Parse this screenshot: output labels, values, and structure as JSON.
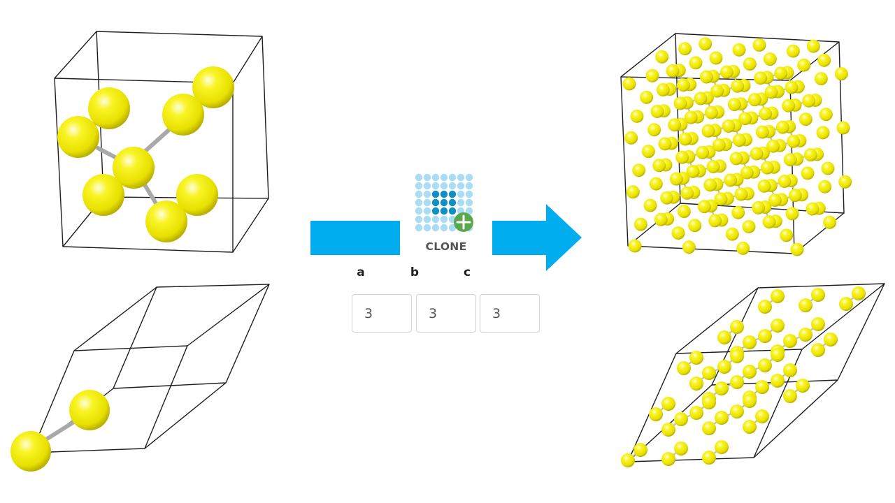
{
  "clone": {
    "label": "CLONE",
    "icon": "clone-supercell-icon"
  },
  "replication": {
    "a": {
      "label": "a",
      "value": "3"
    },
    "b": {
      "label": "b",
      "value": "3"
    },
    "c": {
      "label": "c",
      "value": "3"
    }
  },
  "panels": [
    {
      "name": "conventional-cell-original",
      "description_icon": "cubic-unit-cell"
    },
    {
      "name": "primitive-cell-original",
      "description_icon": "rhombohedral-unit-cell"
    },
    {
      "name": "conventional-cell-supercell",
      "description_icon": "cubic-supercell"
    },
    {
      "name": "primitive-cell-supercell",
      "description_icon": "rhombohedral-supercell"
    }
  ],
  "colors": {
    "arrow": "#00aeef",
    "atom": "#f7f21e",
    "atom_highlight": "#fffde0",
    "atom_shadow": "#b8b000",
    "bond": "#a9a9a9",
    "clone_dot_light": "#a9dcf5",
    "clone_dot_dark": "#0f8fc6",
    "clone_plus": "#5aa84c"
  }
}
